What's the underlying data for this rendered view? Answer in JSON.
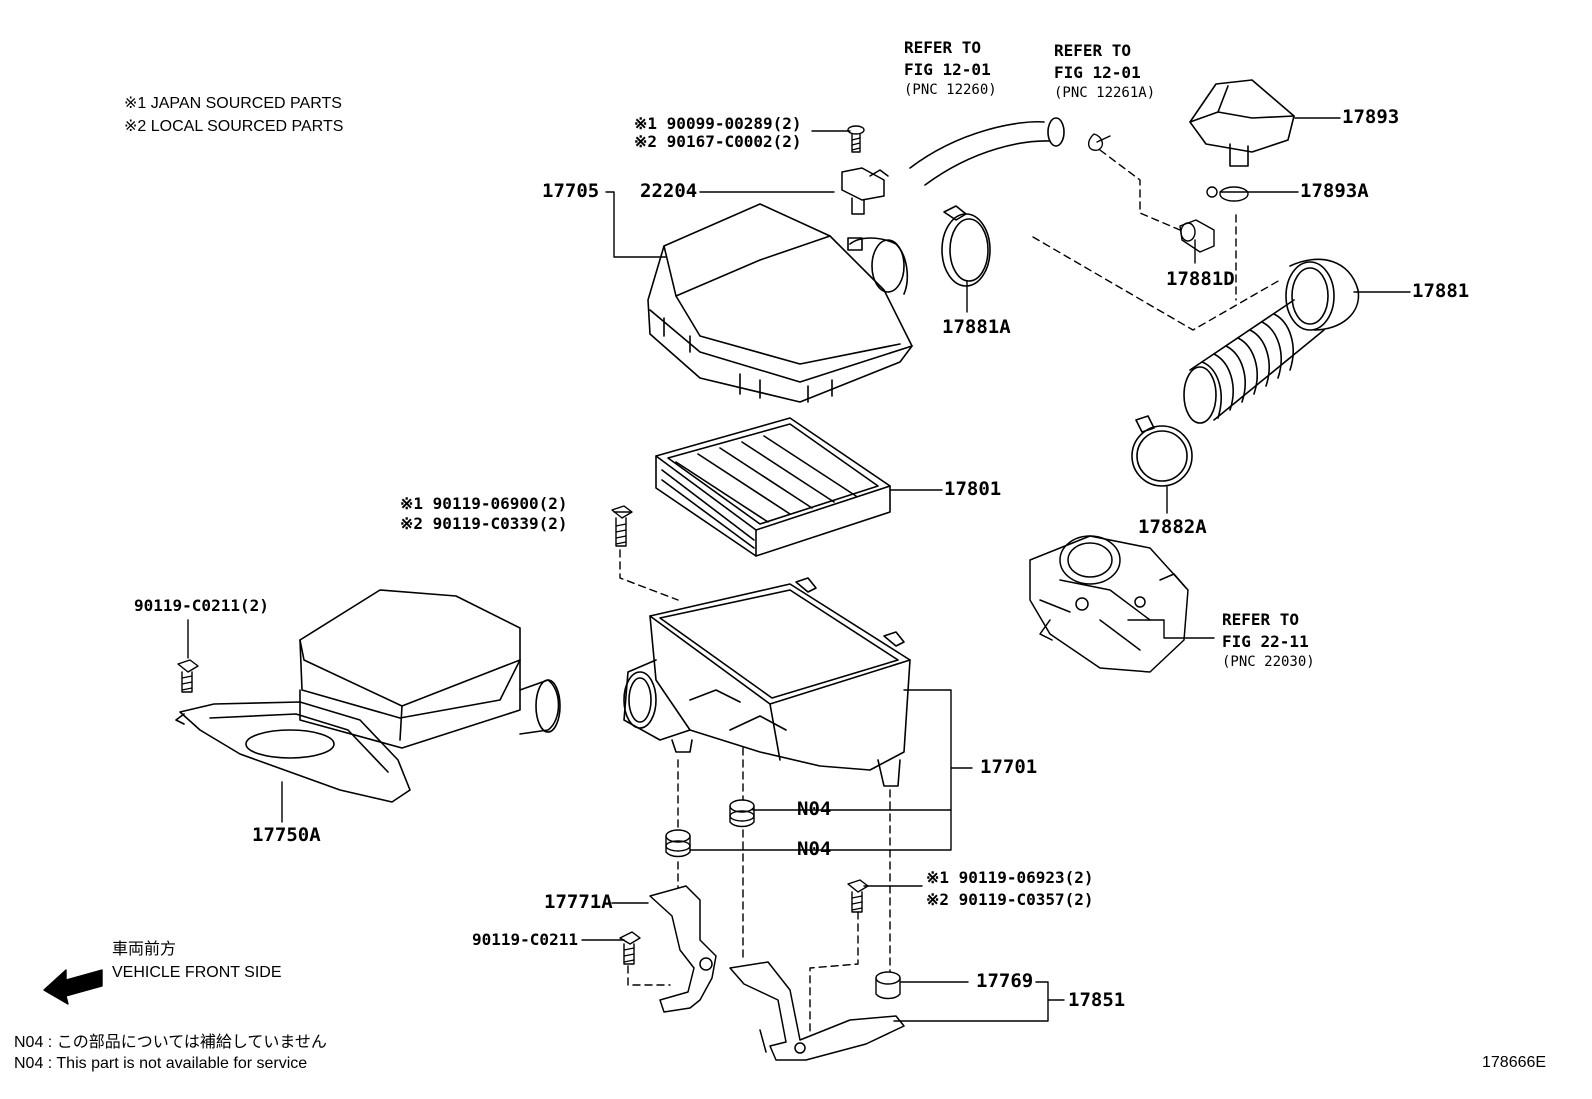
{
  "legend": {
    "japan": "※1 JAPAN SOURCED PARTS",
    "local": "※2 LOCAL SOURCED PARTS"
  },
  "refs": {
    "r1": {
      "line1": "REFER TO",
      "line2": "FIG 12-01",
      "line3": "(PNC 12260)"
    },
    "r2": {
      "line1": "REFER TO",
      "line2": "FIG 12-01",
      "line3": "(PNC 12261A)"
    },
    "r3": {
      "line1": "REFER TO",
      "line2": "FIG 22-11",
      "line3": "(PNC 22030)"
    }
  },
  "parts": {
    "p17705": "17705",
    "p22204": "22204",
    "b1a": "※1 90099-00289(2)",
    "b1b": "※2 90167-C0002(2)",
    "p17893": "17893",
    "p17893A": "17893A",
    "p17881D": "17881D",
    "p17881": "17881",
    "p17881A": "17881A",
    "p17801": "17801",
    "b2a": "※1 90119-06900(2)",
    "b2b": "※2 90119-C0339(2)",
    "p17882A": "17882A",
    "p90119C0211_2": "90119-C0211(2)",
    "p17750A": "17750A",
    "p17701": "17701",
    "n04a": "N04",
    "n04b": "N04",
    "p17771A": "17771A",
    "p90119C0211": "90119-C0211",
    "b3a": "※1 90119-06923(2)",
    "b3b": "※2 90119-C0357(2)",
    "p17769": "17769",
    "p17851": "17851"
  },
  "direction": {
    "jp": "車両前方",
    "en": "VEHICLE FRONT SIDE"
  },
  "footnotes": {
    "jp": "N04 : この部品については補給していません",
    "en": "N04 : This part is not available for service"
  },
  "figure_id": "178666E"
}
